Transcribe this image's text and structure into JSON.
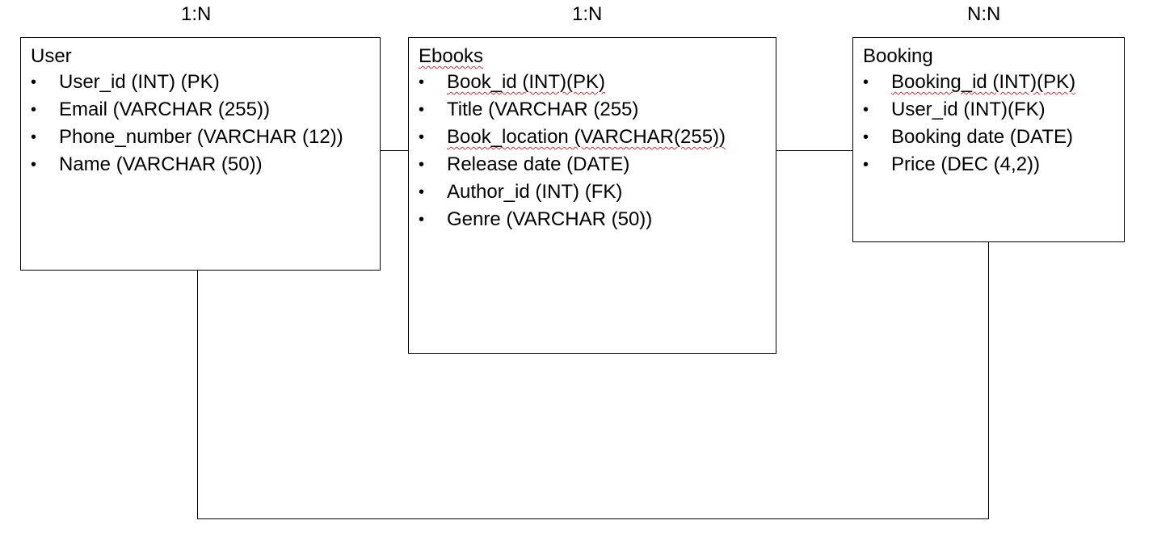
{
  "relationship_labels": {
    "user": "1:N",
    "ebooks": "1:N",
    "booking": "N:N"
  },
  "entities": {
    "user": {
      "title": "User",
      "attributes": [
        "User_id (INT) (PK)",
        "Email (VARCHAR (255))",
        "Phone_number (VARCHAR (12))",
        "Name (VARCHAR (50))"
      ]
    },
    "ebooks": {
      "title": "Ebooks",
      "attributes": [
        "Book_id (INT)(PK)",
        "Title (VARCHAR (255)",
        "Book_location (VARCHAR(255))",
        "Release date (DATE)",
        "Author_id (INT) (FK)",
        "Genre (VARCHAR (50))"
      ]
    },
    "booking": {
      "title": "Booking",
      "attributes": [
        "Booking_id (INT)(PK)",
        "User_id (INT)(FK)",
        "Booking date (DATE)",
        "Price (DEC (4,2))"
      ]
    }
  },
  "bullet_glyph": "•",
  "colors": {
    "line": "#000000",
    "spellcheck_underline": "#d32f2f"
  }
}
